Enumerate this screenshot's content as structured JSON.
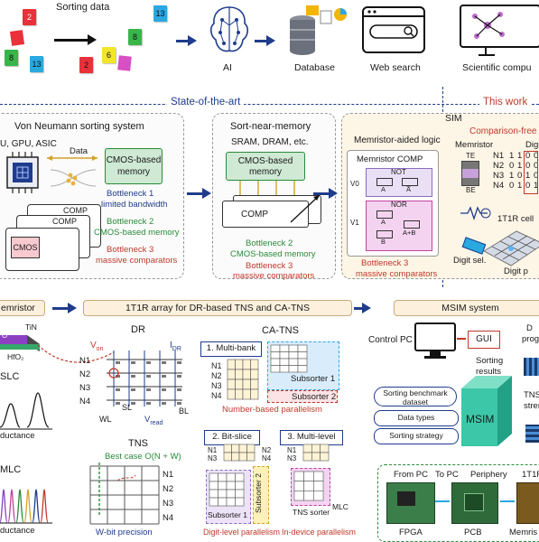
{
  "top": {
    "sorting_label": "Sorting data",
    "cards_left": [
      "2",
      "8",
      "13"
    ],
    "cards_right": [
      "2",
      "6",
      "8",
      "13"
    ],
    "apps": [
      "AI",
      "Database",
      "Web search",
      "Scientific compu"
    ]
  },
  "section": {
    "state_of_art": "State-of-the-art",
    "this_work": "This work"
  },
  "von_neumann": {
    "title": "Von Neumann sorting system",
    "subtitle": "U, GPU, ASIC",
    "data_label": "Data",
    "cmos_mem": "CMOS-based memory",
    "comp1": "COMP",
    "comp2": "COMP",
    "cmos": "CMOS",
    "b1": "Bottleneck 1",
    "b1b": "limited bandwidth",
    "b2": "Bottleneck 2",
    "b2b": "CMOS-based memory",
    "b3": "Bottleneck 3",
    "b3b": "massive comparators"
  },
  "snm": {
    "title": "Sort-near-memory",
    "subtitle": "SRAM, DRAM, etc.",
    "cmos_mem": "CMOS-based memory",
    "comp": "COMP",
    "b2": "Bottleneck 2",
    "b2b": "CMOS-based memory",
    "b3": "Bottleneck 3",
    "b3b": "massive comparators"
  },
  "mal": {
    "title": "Memristor-aided logic",
    "comp_title": "Memristor COMP",
    "not": "NOT",
    "nor": "NOR",
    "v0": "V0",
    "v1": "V1",
    "a": "A",
    "abar": "A̅",
    "b": "B",
    "aplusb": "A+B",
    "b3": "Bottleneck 3",
    "b3b": "massive comparators"
  },
  "sim": {
    "label": "SIM",
    "cfm": "Comparison-free M",
    "memristor": "Memristor",
    "digi": "Digi",
    "te": "TE",
    "be": "BE",
    "rows": [
      "N1",
      "N2",
      "N3",
      "N4"
    ],
    "bits": [
      [
        "1",
        "1",
        "0",
        "0"
      ],
      [
        "0",
        "1",
        "0",
        "0"
      ],
      [
        "1",
        "0",
        "1",
        "0"
      ],
      [
        "0",
        "1",
        "0",
        "1"
      ]
    ],
    "cell": "1T1R cell",
    "digit_sel": "Digit sel.",
    "digit_p": "Digit p"
  },
  "bottom_headers": {
    "memristor": "emristor",
    "array": "1T1R array for DR-based TNS and CA-TNS",
    "msim": "MSIM system"
  },
  "memdev": {
    "tin": "TiN",
    "o2": "O",
    "hfo2": "HfO₂",
    "slc": "SLC",
    "mlc": "MLC",
    "cond1": "ductance",
    "cond2": "ductance"
  },
  "dr": {
    "title": "DR",
    "von": "V",
    "von_sub": "on",
    "idr": "I",
    "idr_sub": "DR",
    "rows": [
      "N1",
      "N2",
      "N3",
      "N4"
    ],
    "wl": "WL",
    "sl": "SL",
    "vread": "V",
    "vread_sub": "read",
    "bl": "BL"
  },
  "tns": {
    "title": "TNS",
    "best": "Best case O(N + W)",
    "rows": [
      "N1",
      "N2",
      "N3",
      "N4"
    ],
    "wbit": "W-bit precision"
  },
  "catns": {
    "title": "CA-TNS",
    "mb": "1. Multi-bank",
    "rows": [
      "N1",
      "N2",
      "N3",
      "N4"
    ],
    "sub1": "Subsorter 1",
    "sub2": "Subsorter 2",
    "nbp": "Number-based parallelism",
    "bs": "2. Bit-slice",
    "ml": "3. Multi-level",
    "bs_n1": "N1",
    "bs_n2": "N2",
    "bs_n3": "N3",
    "bs_n4": "N4",
    "ml_n1": "N1",
    "ml_n3": "N3",
    "sub1b": "Subsorter 1",
    "sub2b": "Subsorter 2",
    "tns_sorter": "TNS sorter",
    "mlc": "MLC",
    "dlp": "Digit-level parallelism",
    "idp": "In-device parallelism"
  },
  "msim": {
    "control_pc": "Control PC",
    "gui": "GUI",
    "d_prog": "D",
    "d_prog2": "progr",
    "sorting_results": "Sorting",
    "sorting_results2": "results",
    "bench": "Sorting benchmark",
    "bench2": "dataset",
    "dtypes": "Data types",
    "strategy": "Sorting strategy",
    "msim": "MSIM",
    "tns_a": "TNS a",
    "tns_a2": "stren",
    "from_pc": "From PC",
    "to_pc": "To PC",
    "periphery": "Periphery",
    "t1r": "1T1R",
    "fpga": "FPGA",
    "pcb": "PCB",
    "memr": "Memris"
  },
  "colors": {
    "navy": "#1f3c8c",
    "green": "#2b8a3a",
    "red": "#c0392b"
  }
}
